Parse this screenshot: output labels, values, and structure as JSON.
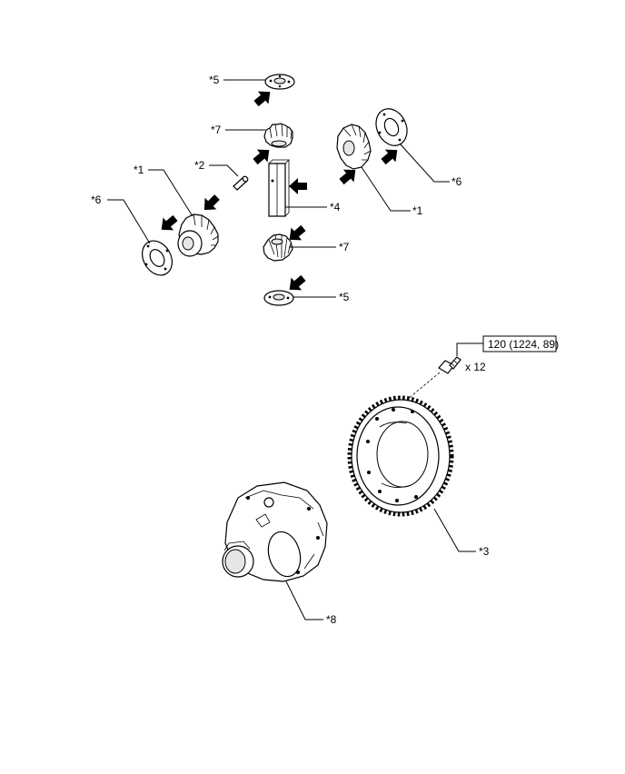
{
  "callouts": {
    "c5_top": "*5",
    "c7_top": "*7",
    "c2": "*2",
    "c1_left": "*1",
    "c6_left": "*6",
    "c4": "*4",
    "c7_bottom": "*7",
    "c5_bottom": "*5",
    "c6_right": "*6",
    "c1_right": "*1",
    "c3": "*3",
    "c8": "*8"
  },
  "torque_spec": "120 (1224, 89)",
  "bolt_qty": "x 12"
}
